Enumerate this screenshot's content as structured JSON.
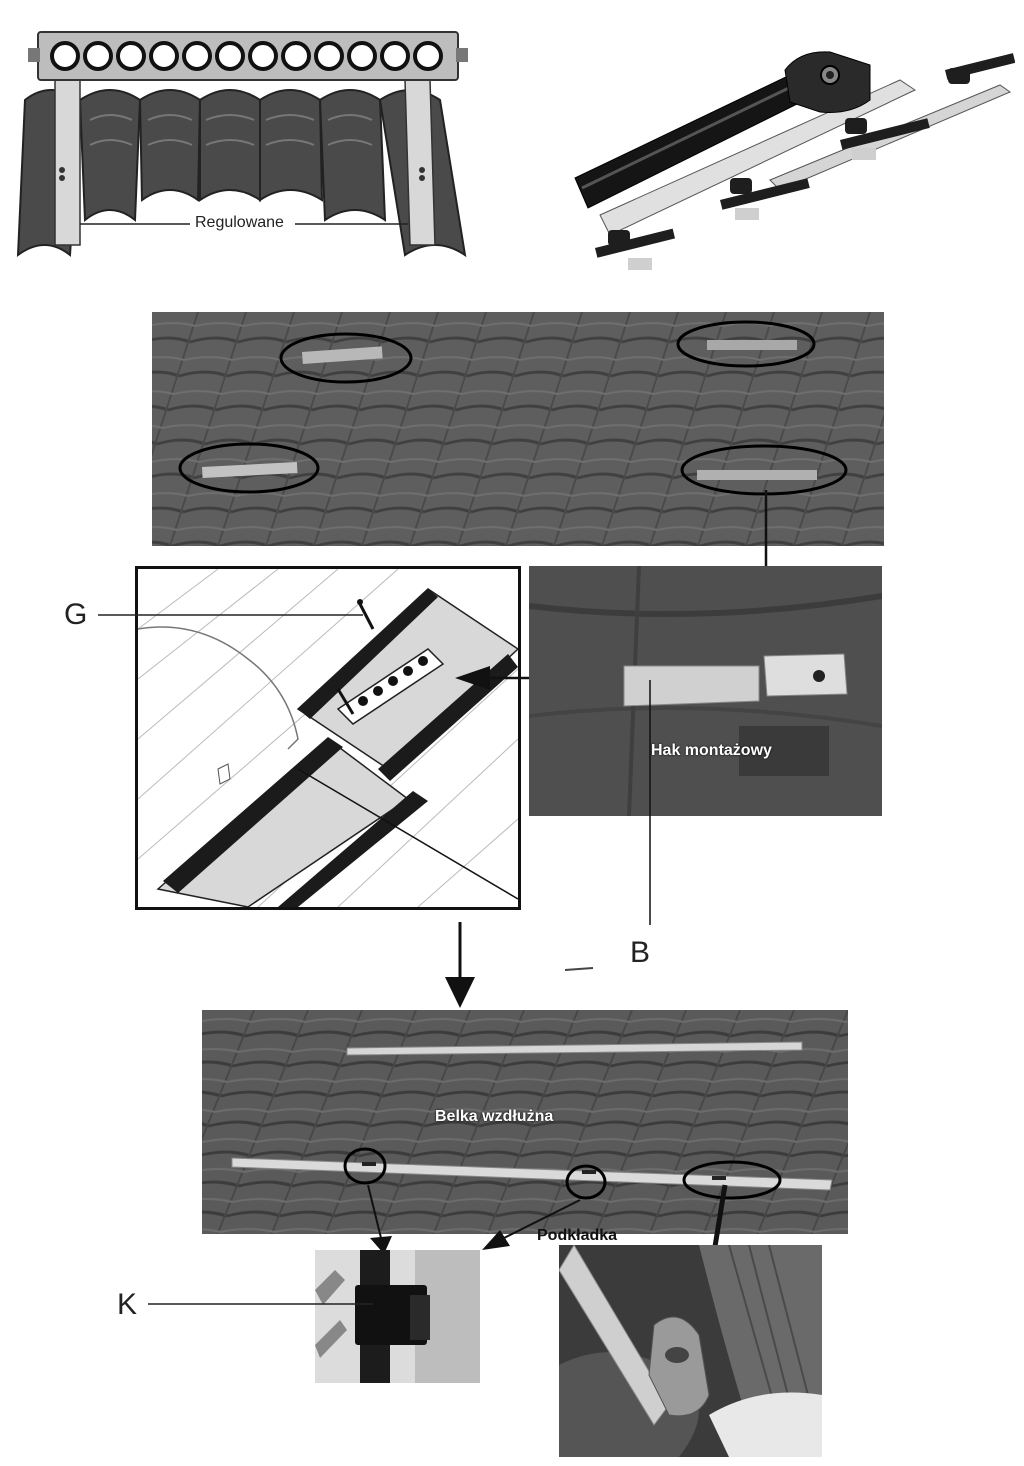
{
  "labels": {
    "adjustable": "Regulowane",
    "mounting_hook": "Hak montażowy",
    "longitudinal_beam": "Belka wzdłużna",
    "washer": "Podkładka",
    "letter_g": "G",
    "letter_b": "B",
    "letter_k": "K"
  },
  "colors": {
    "roof_photo": "#5a5a5a",
    "tile_line": "#3d3d3d",
    "metal": "#cfcfcf",
    "dark": "#1e1e1e",
    "highlight_ellipse": "#000000"
  }
}
